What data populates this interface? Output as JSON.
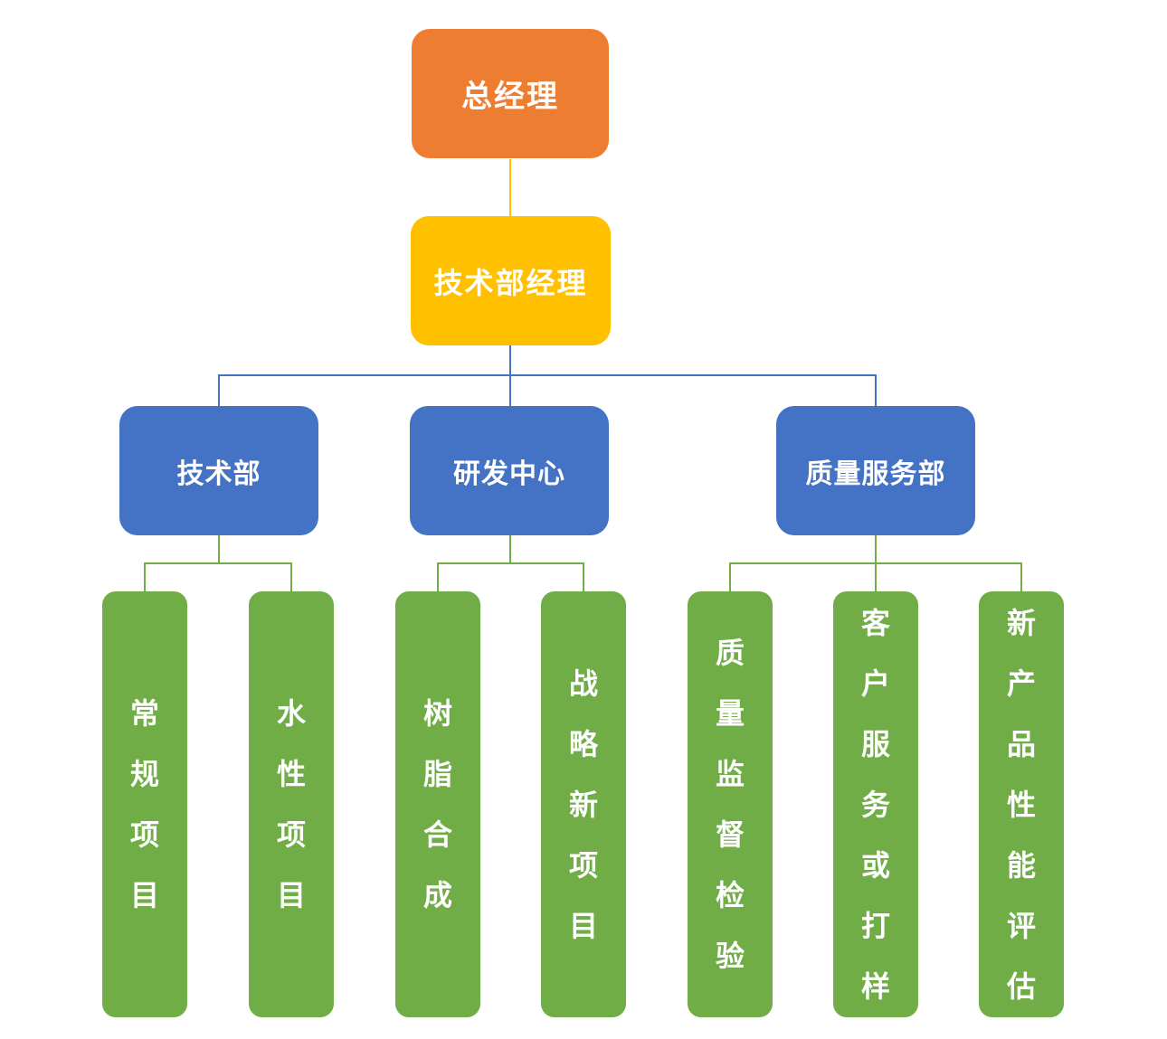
{
  "org_chart": {
    "title": "technical-department-org-chart",
    "root": {
      "label": "总经理",
      "color": "#ED7D31"
    },
    "manager": {
      "label": "技术部经理",
      "color": "#FFC000"
    },
    "departments": [
      {
        "label": "技术部",
        "color": "#4472C4"
      },
      {
        "label": "研发中心",
        "color": "#4472C4"
      },
      {
        "label": "质量服务部",
        "color": "#4472C4"
      }
    ],
    "teams": [
      {
        "label": "常规项目",
        "parent": "技术部",
        "color": "#70AD47"
      },
      {
        "label": "水性项目",
        "parent": "技术部",
        "color": "#70AD47"
      },
      {
        "label": "树脂合成",
        "parent": "研发中心",
        "color": "#70AD47"
      },
      {
        "label": "战略新项目",
        "parent": "研发中心",
        "color": "#70AD47"
      },
      {
        "label": "质量监督检验",
        "parent": "质量服务部",
        "color": "#70AD47"
      },
      {
        "label": "客户服务或打样",
        "parent": "质量服务部",
        "color": "#70AD47"
      },
      {
        "label": "新产品性能评估",
        "parent": "质量服务部",
        "color": "#70AD47"
      }
    ],
    "connector_colors": {
      "root_to_manager": "#FFC000",
      "manager_to_departments": "#4472C4",
      "departments_to_teams": "#70AD47"
    },
    "background": "#FFFFFF",
    "text_color": "#FFFFFF"
  }
}
